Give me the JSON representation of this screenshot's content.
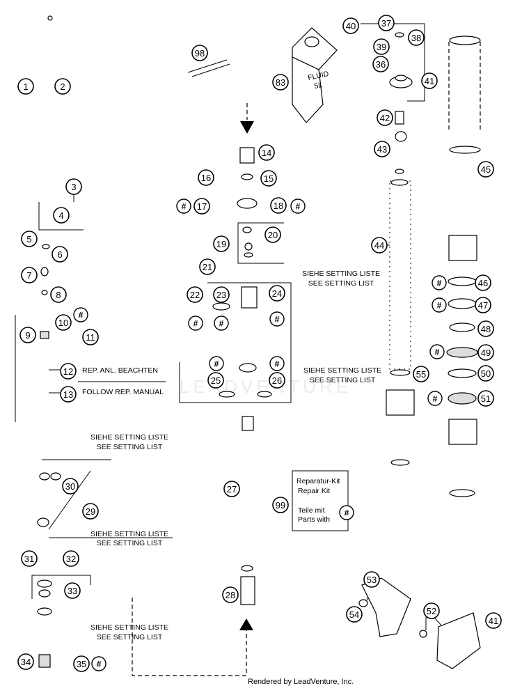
{
  "diagram": {
    "callouts": [
      "1",
      "2",
      "3",
      "4",
      "5",
      "6",
      "7",
      "8",
      "9",
      "10",
      "11",
      "12",
      "13",
      "14",
      "15",
      "16",
      "17",
      "18",
      "19",
      "20",
      "21",
      "22",
      "23",
      "24",
      "25",
      "26",
      "27",
      "28",
      "29",
      "30",
      "31",
      "32",
      "33",
      "34",
      "35",
      "36",
      "37",
      "38",
      "39",
      "40",
      "41",
      "41",
      "42",
      "43",
      "44",
      "45",
      "46",
      "47",
      "48",
      "49",
      "50",
      "51",
      "52",
      "53",
      "54",
      "55",
      "83",
      "98",
      "99"
    ],
    "hash_symbol": "#",
    "notes": {
      "rep_de": "REP. ANL. BEACHTEN",
      "rep_en": "FOLLOW REP. MANUAL",
      "setting_de": "SIEHE SETTING LISTE",
      "setting_en": "SEE SETTING LIST"
    },
    "fluid_label_1": "FLUID",
    "fluid_label_2": "5L",
    "kit_box": {
      "line1": "Reparatur-Kit",
      "line2": "Repair Kit",
      "line3": "Teile mit",
      "line4": "Parts with"
    },
    "watermark": "LEADVENTURE",
    "credit": "Rendered by LeadVenture, Inc."
  }
}
